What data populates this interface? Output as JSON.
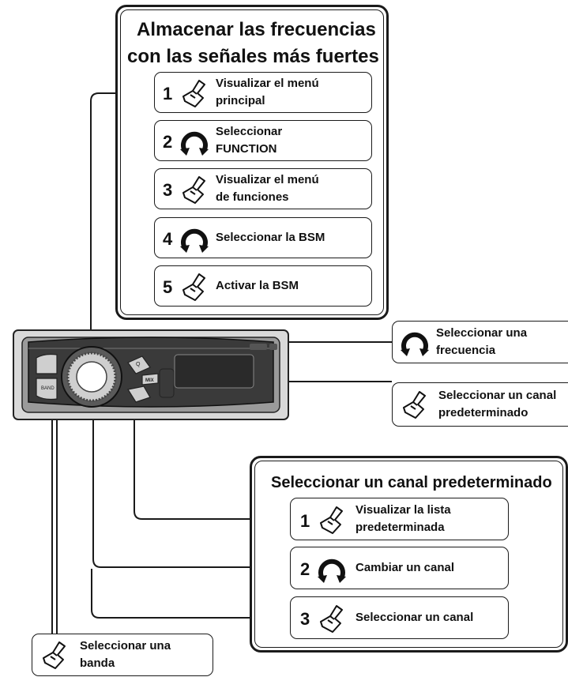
{
  "bsm_panel": {
    "title_line1": "Almacenar las frecuencias",
    "title_line2": "con las señales más fuertes",
    "steps": [
      {
        "num": "1",
        "icon": "press-icon",
        "line1": "Visualizar el menú",
        "line2": "principal"
      },
      {
        "num": "2",
        "icon": "rotate-icon",
        "line1": "Seleccionar",
        "line2": "FUNCTION"
      },
      {
        "num": "3",
        "icon": "press-icon",
        "line1": "Visualizar el menú",
        "line2": "de funciones"
      },
      {
        "num": "4",
        "icon": "rotate-icon",
        "line1": "Seleccionar la BSM",
        "line2": ""
      },
      {
        "num": "5",
        "icon": "press-icon",
        "line1": "Activar la BSM",
        "line2": ""
      }
    ]
  },
  "callouts": {
    "frequency": {
      "icon": "rotate-icon",
      "line1": "Seleccionar una",
      "line2": "frecuencia"
    },
    "preset_channel": {
      "icon": "press-icon",
      "line1": "Seleccionar un canal",
      "line2": "predeterminado"
    },
    "band": {
      "icon": "press-icon",
      "line1": "Seleccionar una",
      "line2": "banda"
    }
  },
  "preset_panel": {
    "title": "Seleccionar un canal predeterminado",
    "steps": [
      {
        "num": "1",
        "icon": "press-icon",
        "line1": "Visualizar la lista",
        "line2": "predeterminada"
      },
      {
        "num": "2",
        "icon": "rotate-icon",
        "line1": "Cambiar un canal",
        "line2": ""
      },
      {
        "num": "3",
        "icon": "press-icon",
        "line1": "Seleccionar un canal",
        "line2": ""
      }
    ]
  },
  "device": {
    "button_labels": {
      "band": "BAND",
      "mix": "MIX",
      "search": "Q"
    }
  }
}
